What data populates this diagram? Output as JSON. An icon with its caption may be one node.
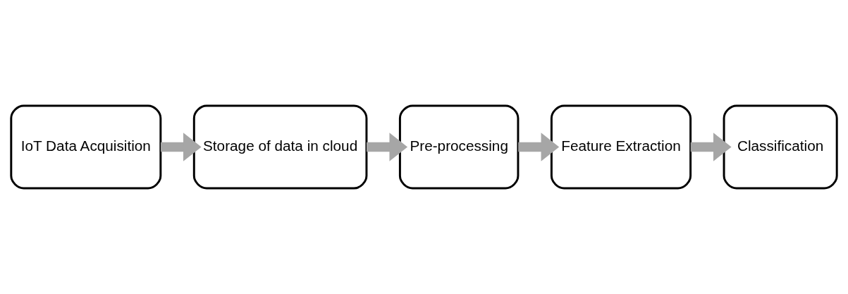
{
  "diagram": {
    "nodes": [
      {
        "text": [
          "IoT Data Acquisition"
        ]
      },
      {
        "text": [
          "Storage of data in cloud"
        ]
      },
      {
        "text": [
          "Pre-processing"
        ]
      },
      {
        "text": [
          "Feature Extraction"
        ]
      },
      {
        "text": [
          "Classification"
        ]
      }
    ],
    "edges": [
      {
        "from": 0,
        "to": 1,
        "arrow": "to"
      },
      {
        "from": 1,
        "to": 2,
        "arrow": "to"
      },
      {
        "from": 2,
        "to": 3,
        "arrow": "to"
      },
      {
        "from": 3,
        "to": 4,
        "arrow": "to"
      }
    ]
  }
}
